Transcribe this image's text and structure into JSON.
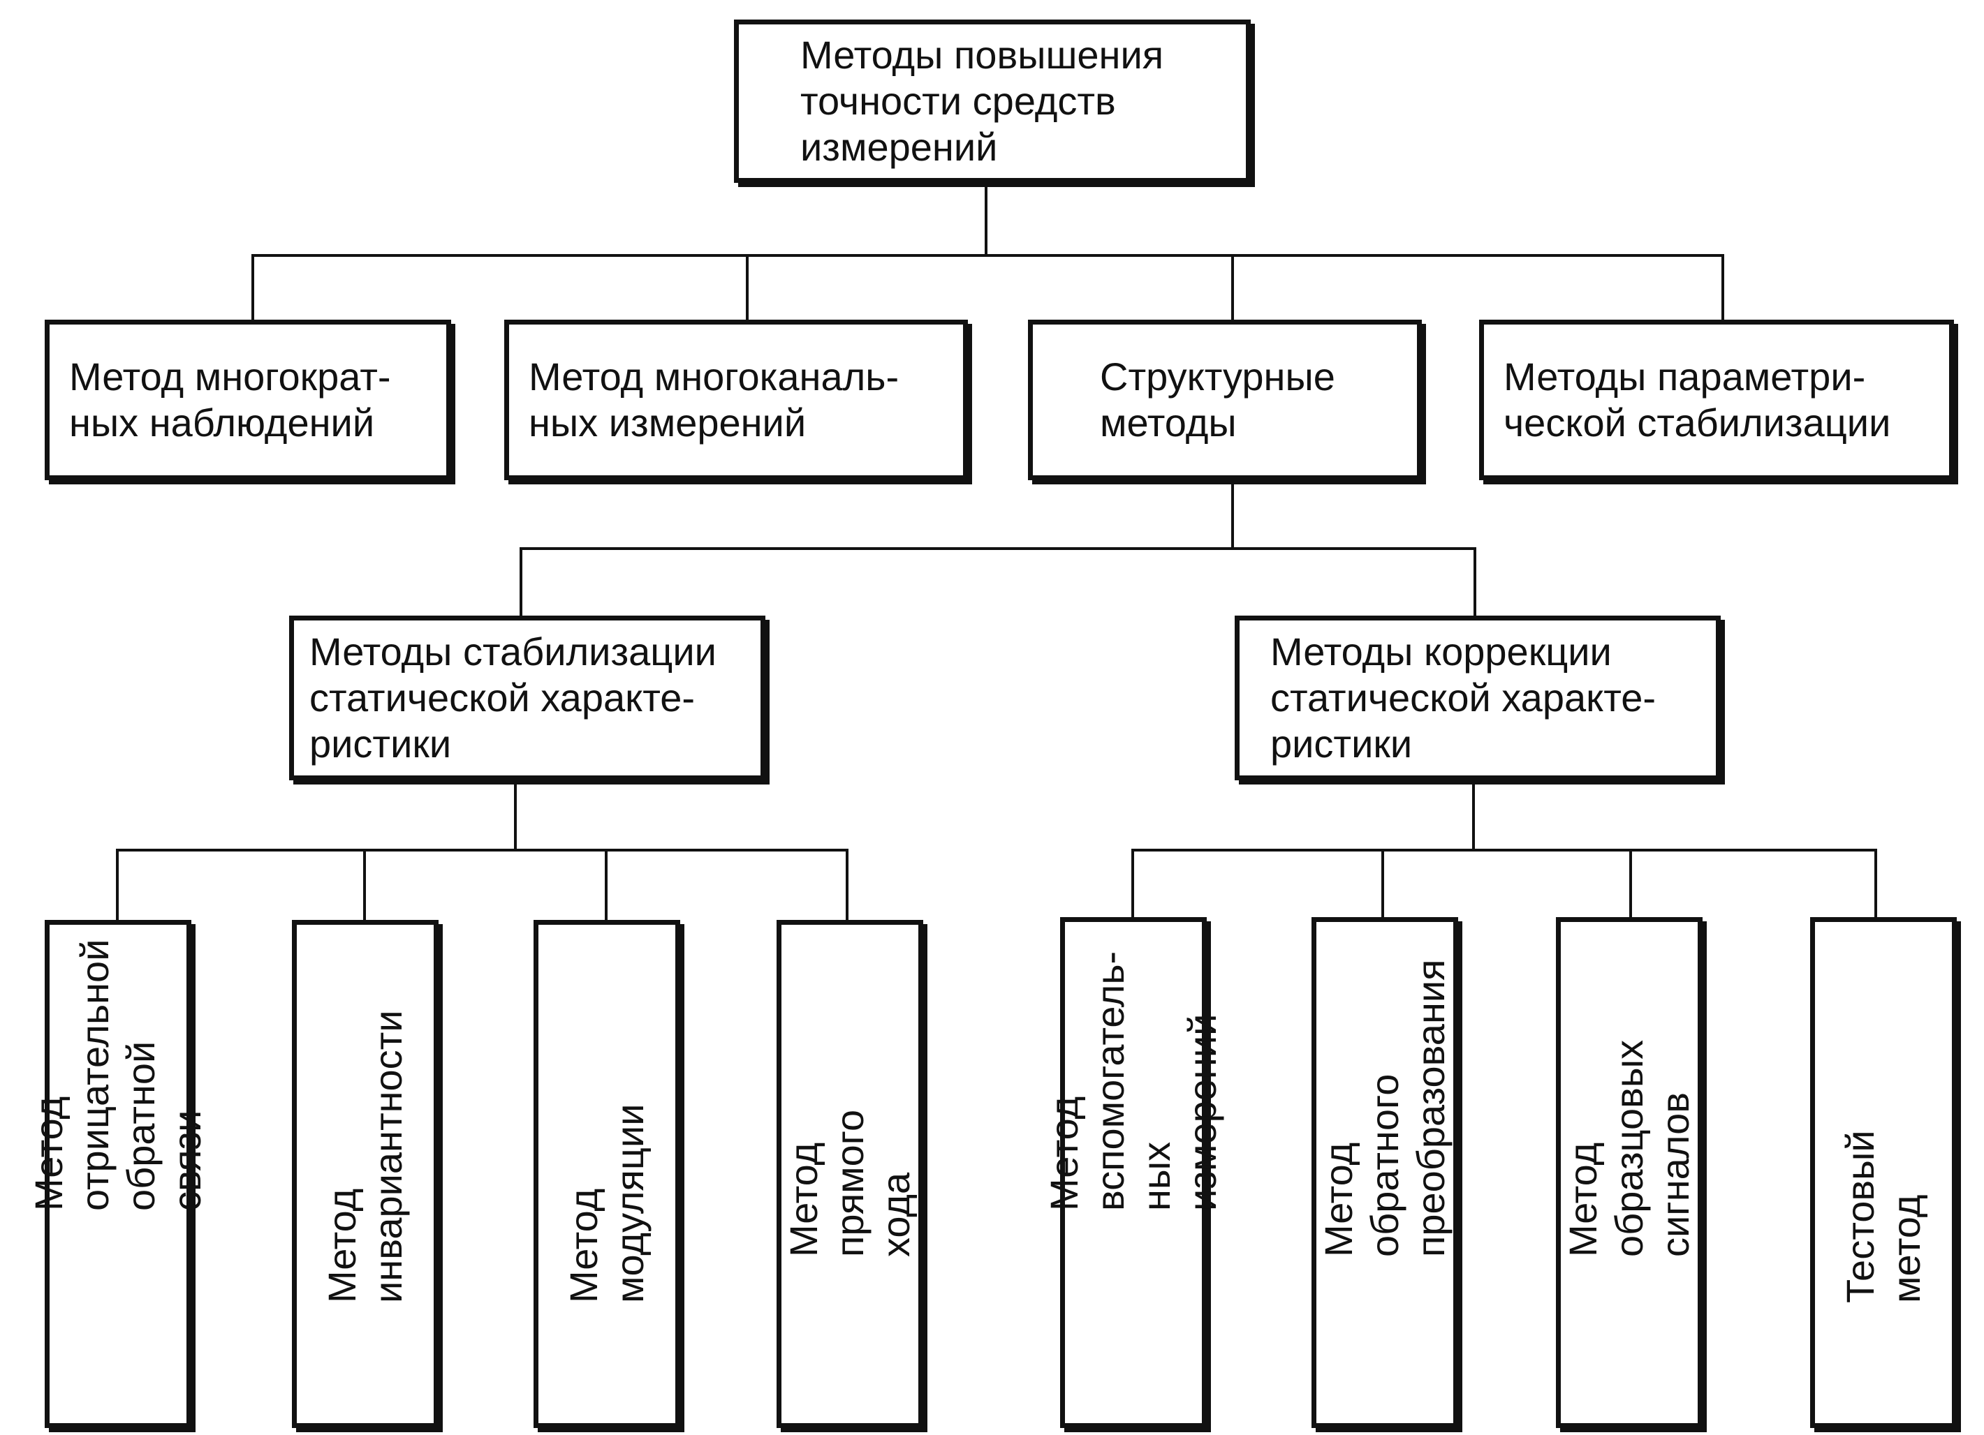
{
  "diagram": {
    "root": {
      "label": "Методы повышения\nточности средств\nизмерений"
    },
    "level1": [
      {
        "label": "Метод многократ-\nных наблюдений"
      },
      {
        "label": "Метод многоканаль-\nных измерений"
      },
      {
        "label": "Структурные\nметоды"
      },
      {
        "label": "Методы параметри-\nческой стабилизации"
      }
    ],
    "level2": [
      {
        "label": "Методы стабилизации\nстатической характе-\nристики"
      },
      {
        "label": "Методы коррекции\nстатической характе-\nристики"
      }
    ],
    "level3_left": [
      {
        "label": "Метод отрицательной\nобратной связи"
      },
      {
        "label": "Метод\nинвариантности"
      },
      {
        "label": "Метод\nмодуляции"
      },
      {
        "label": "Метод\nпрямого хода"
      }
    ],
    "level3_right": [
      {
        "label": "Метод  вспомогатель-\nных измерений"
      },
      {
        "label": "Метод обратного\nпреобразования"
      },
      {
        "label": "Метод\nобразцовых сигналов"
      },
      {
        "label": "Тестовый\nметод"
      }
    ],
    "colors": {
      "stroke": "#111111",
      "background": "#ffffff"
    }
  }
}
